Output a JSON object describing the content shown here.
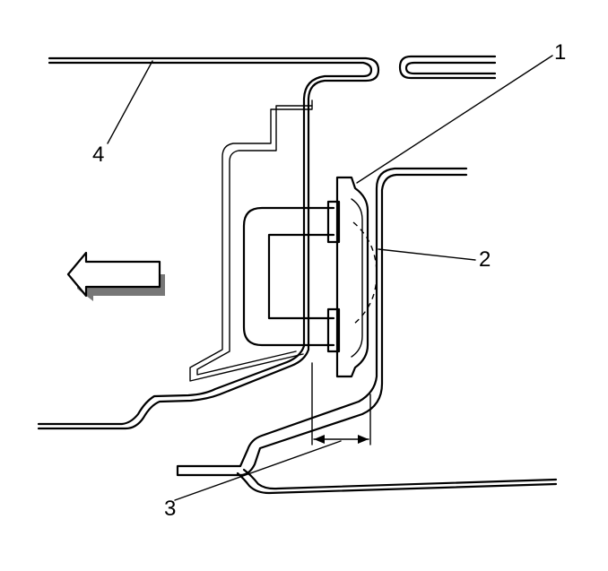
{
  "callouts": {
    "c1": "1",
    "c2": "2",
    "c3": "3",
    "c4": "4"
  },
  "direction_arrow": {
    "icon": "arrow-left-icon",
    "direction": "left"
  },
  "colors": {
    "line": "#000000",
    "background": "#ffffff"
  }
}
